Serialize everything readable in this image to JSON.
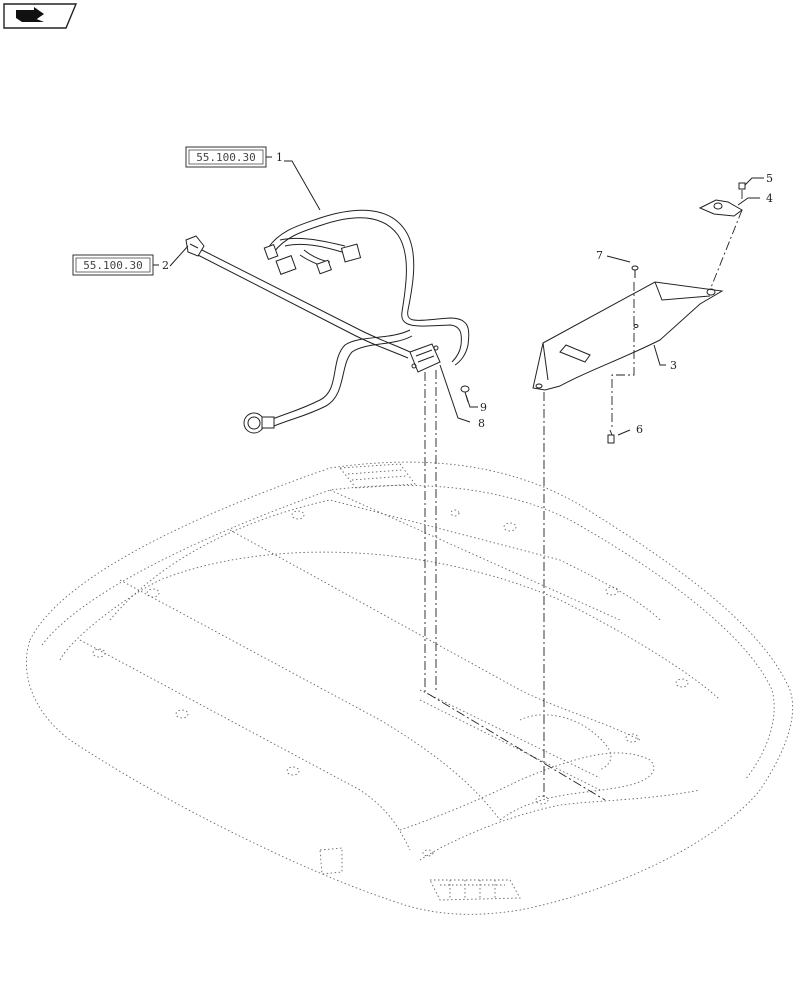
{
  "nav": {
    "icon": "next-page-arrow-icon"
  },
  "refs": [
    {
      "id": "ref-1",
      "text": "55.100.30"
    },
    {
      "id": "ref-2",
      "text": "55.100.30"
    }
  ],
  "callouts": [
    "1",
    "2",
    "3",
    "4",
    "5",
    "6",
    "7",
    "8",
    "9"
  ]
}
